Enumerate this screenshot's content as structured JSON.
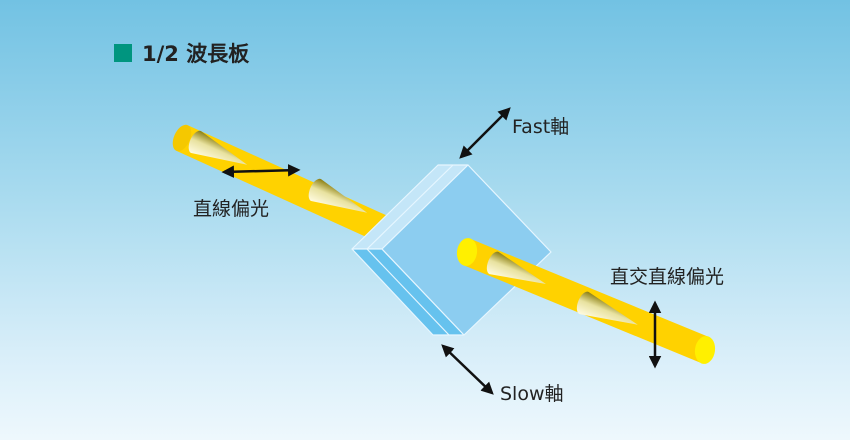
{
  "title": "1/2 波長板",
  "labels": {
    "fast_axis": "Fast軸",
    "slow_axis": "Slow軸",
    "linear_polarization": "直線偏光",
    "orthogonal_linear_polarization": "直交直線偏光"
  },
  "colors": {
    "title_marker": "#00957f",
    "beam": "#ffd200",
    "beam_face": "#fff000",
    "plate_front": "#8ccdf0",
    "plate_side": "#66c2ee"
  }
}
